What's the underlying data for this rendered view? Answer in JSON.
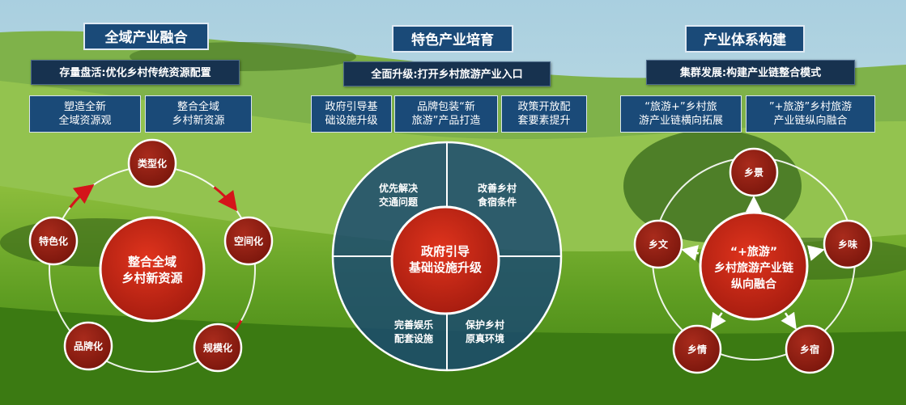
{
  "colors": {
    "box_blue": "#1a4a78",
    "dark_navy": "#17324f",
    "node_red": "#8b1a10",
    "center_red": "#c0281a",
    "arrow_red": "#d4141a",
    "wheel_blue": "#1b4a70"
  },
  "left": {
    "title": "全域产业融合",
    "subtitle": "存量盘活:优化乡村传统资源配置",
    "boxes": [
      "塑造全新\n全域资源观",
      "整合全域\n乡村新资源"
    ],
    "center_lines": [
      "整合全域",
      "乡村新资源"
    ],
    "nodes": [
      "类型化",
      "空间化",
      "规模化",
      "品牌化",
      "特色化"
    ]
  },
  "middle": {
    "title": "特色产业培育",
    "subtitle": "全面升级:打开乡村旅游产业入口",
    "boxes": [
      "政府引导基\n础设施升级",
      "品牌包装“新\n旅游”产品打造",
      "政策开放配\n套要素提升"
    ],
    "center_lines": [
      "政府引导",
      "基础设施升级"
    ],
    "quadrants": [
      [
        "优先解决",
        "交通问题"
      ],
      [
        "改善乡村",
        "食宿条件"
      ],
      [
        "完善娱乐",
        "配套设施"
      ],
      [
        "保护乡村",
        "原真环境"
      ]
    ]
  },
  "right": {
    "title": "产业体系构建",
    "subtitle": "集群发展:构建产业链整合模式",
    "boxes": [
      "“旅游+”乡村旅\n游产业链横向拓展",
      "”+旅游”乡村旅游\n产业链纵向融合"
    ],
    "center_lines": [
      "“+旅游”",
      "乡村旅游产业链",
      "纵向融合"
    ],
    "nodes": [
      "乡景",
      "乡味",
      "乡宿",
      "乡情",
      "乡文"
    ]
  }
}
